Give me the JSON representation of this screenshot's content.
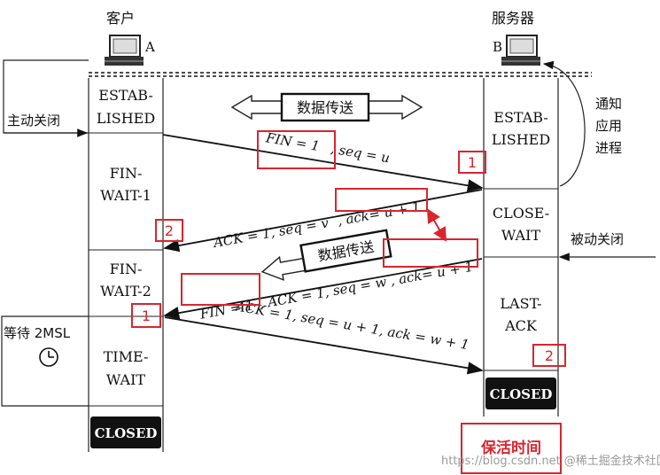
{
  "labels": {
    "client": "客户",
    "server": "服务器",
    "client_id": "A",
    "server_id": "B",
    "active_close": "主动关闭",
    "notify_app": [
      "通知",
      "应用",
      "进程"
    ],
    "passive_close": "被动关闭",
    "wait_2msl": "等待 2MSL",
    "data_transfer_1": "数据传送",
    "data_transfer_2": "数据传送",
    "keepalive": "保活时间",
    "watermark": "https://blog.csdn.net @稀土掘金技术社区"
  },
  "client_states": [
    [
      "ESTAB-",
      "LISHED"
    ],
    [
      "FIN-",
      "WAIT-1"
    ],
    [
      "FIN-",
      "WAIT-2"
    ],
    [
      "TIME-",
      "WAIT"
    ],
    [
      "CLOSED"
    ]
  ],
  "server_states": [
    [
      "ESTAB-",
      "LISHED"
    ],
    [
      "CLOSE-",
      "WAIT"
    ],
    [
      "LAST-",
      "ACK"
    ],
    [
      "CLOSED"
    ]
  ],
  "messages": {
    "m1_fin": "FIN = 1",
    "m1_seq": ", seq = u",
    "m2_ack": "ACK = 1, seq = v",
    "m2_ackno": ", ack= u + 1",
    "m3_fin": "FIN = 1",
    "m3_mid": ", ACK = 1, seq = w",
    "m3_ackno": ", ack= u + 1",
    "m4": "ACK = 1, seq = u + 1, ack = w + 1"
  },
  "markers": {
    "m_server_1": "1",
    "m_client_2": "2",
    "m_client_1": "1",
    "m_server_2": "2"
  },
  "colors": {
    "annotation_red": "#d8252e",
    "closed_box_bg": "#111111",
    "closed_box_fg": "#ffffff"
  }
}
